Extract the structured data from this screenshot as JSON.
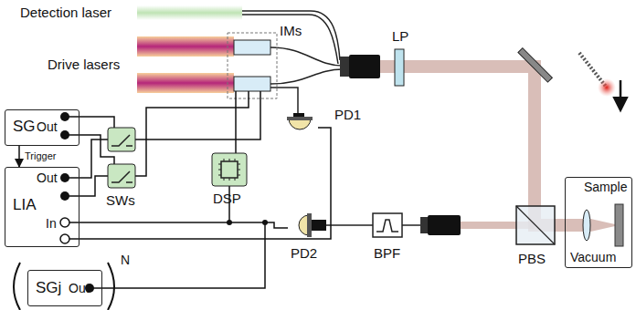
{
  "diagram": {
    "nodes": [
      {
        "text": [
          "SG",
          "Out"
        ]
      },
      {
        "text": [
          "LIA",
          "Out",
          "In"
        ]
      },
      {
        "text": [
          "Sample",
          "Vacuum"
        ]
      },
      {
        "text": [
          "SGj",
          "Out"
        ]
      }
    ],
    "edges": [
      {
        "from": 0,
        "to": 1,
        "arrow": "to",
        "label": "Trigger"
      }
    ],
    "labels": [
      "Detection laser",
      "Drive lasers",
      "IMs",
      "SWs",
      "DSP",
      "PD1",
      "LP",
      "PD2",
      "BPF",
      "PBS",
      "N"
    ]
  }
}
